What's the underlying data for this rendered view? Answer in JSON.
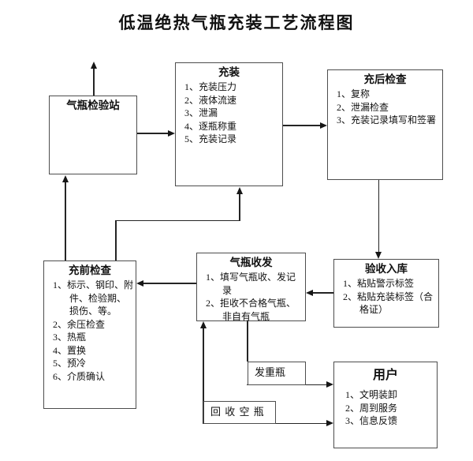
{
  "title": "低温绝热气瓶充装工艺流程图",
  "colors": {
    "line": "#242424",
    "box_border": "#4d4d4d",
    "text": "#111111",
    "background": "#ffffff"
  },
  "boxes": {
    "inspection_station": {
      "title": "气瓶检验站"
    },
    "filling": {
      "title": "充装",
      "items": [
        "1、充装压力",
        "2、液体流速",
        "3、泄漏",
        "4、逐瓶称重",
        "5、充装记录"
      ]
    },
    "post_check": {
      "title": "充后检查",
      "items": [
        "1、复称",
        "2、泄漏检查",
        "3、充装记录填写和签署"
      ]
    },
    "pre_check": {
      "title": "充前检查",
      "items": [
        "1、标示、钢印、附件、检验期、损伤、等。",
        "2、余压检查",
        "3、热瓶",
        "4、置换",
        "5、预冷",
        "6、介质确认"
      ]
    },
    "cylinder_receipt_dispatch": {
      "title": "气瓶收发",
      "items": [
        "1、填写气瓶收、发记录",
        "2、拒收不合格气瓶、非自有气瓶"
      ]
    },
    "acceptance_storage": {
      "title": "验收入库",
      "items": [
        "1、粘贴警示标签",
        "2、粘贴充装标签（合格证）"
      ]
    },
    "user": {
      "title": "用户",
      "items": [
        "1、文明装卸",
        "2、周到服务",
        "3、信息反馈"
      ]
    },
    "dispatch_full": {
      "title": "发重瓶"
    },
    "recycle_empty": {
      "title": "回 收 空 瓶"
    }
  }
}
